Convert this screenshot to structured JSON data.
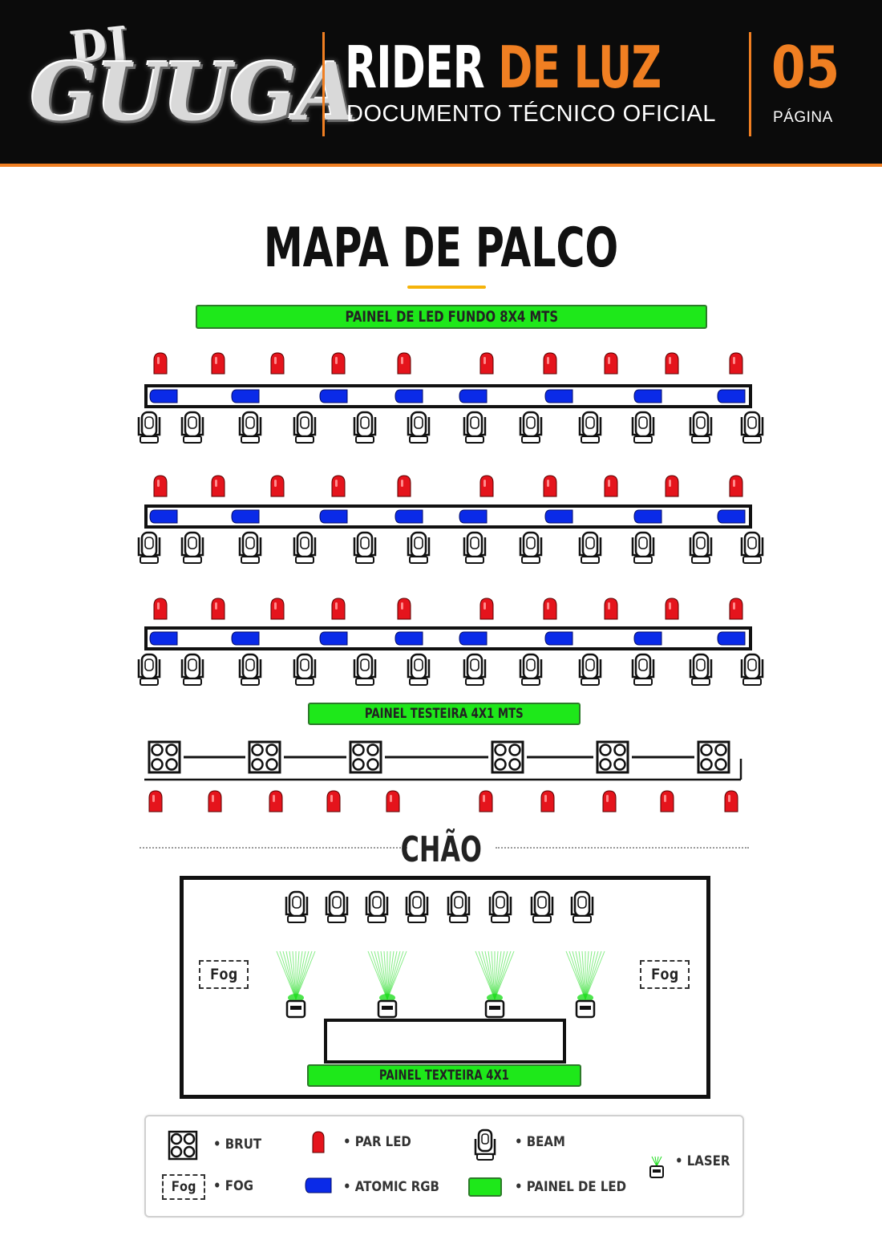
{
  "header": {
    "logo_top": "DJ",
    "logo_name": "GUUGA",
    "title_white": "RIDER ",
    "title_orange": "DE LUZ",
    "subtitle": "DOCUMENTO TÉCNICO OFICIAL",
    "page_number": "05",
    "page_label": "PÁGINA"
  },
  "colors": {
    "header_bg": "#0b0b0b",
    "accent": "#f07f22",
    "underline": "#f5b30a",
    "par_led": "#e5141c",
    "atomic_rgb": "#0a2ae8",
    "panel_led": "#1ee81a",
    "laser": "#22dd22"
  },
  "map": {
    "title": "MAPA DE PALCO",
    "panel_back": "PAINEL DE LED FUNDO 8X4 MTS",
    "panel_front": "PAINEL TESTEIRA 4X1 MTS",
    "floor_label": "CHÃO",
    "panel_stage": "PAINEL TEXTEIRA 4X1",
    "fog_left": "Fog",
    "fog_right": "Fog"
  },
  "fixtures": {
    "truss_rows": 3,
    "par_led_per_truss": 10,
    "atomic_per_truss": 8,
    "beam_per_truss": 12,
    "brut_front": 6,
    "par_led_front": 10,
    "beam_floor": 8,
    "laser_floor": 4,
    "fog_floor": 2
  },
  "legend": {
    "brut": "• BRUT",
    "fog_icon": "Fog",
    "fog": "• FOG",
    "par_led": "• PAR LED",
    "atomic_rgb": "• ATOMIC RGB",
    "beam": "• BEAM",
    "painel_led": "• PAINEL DE LED",
    "laser": "• LASER"
  }
}
